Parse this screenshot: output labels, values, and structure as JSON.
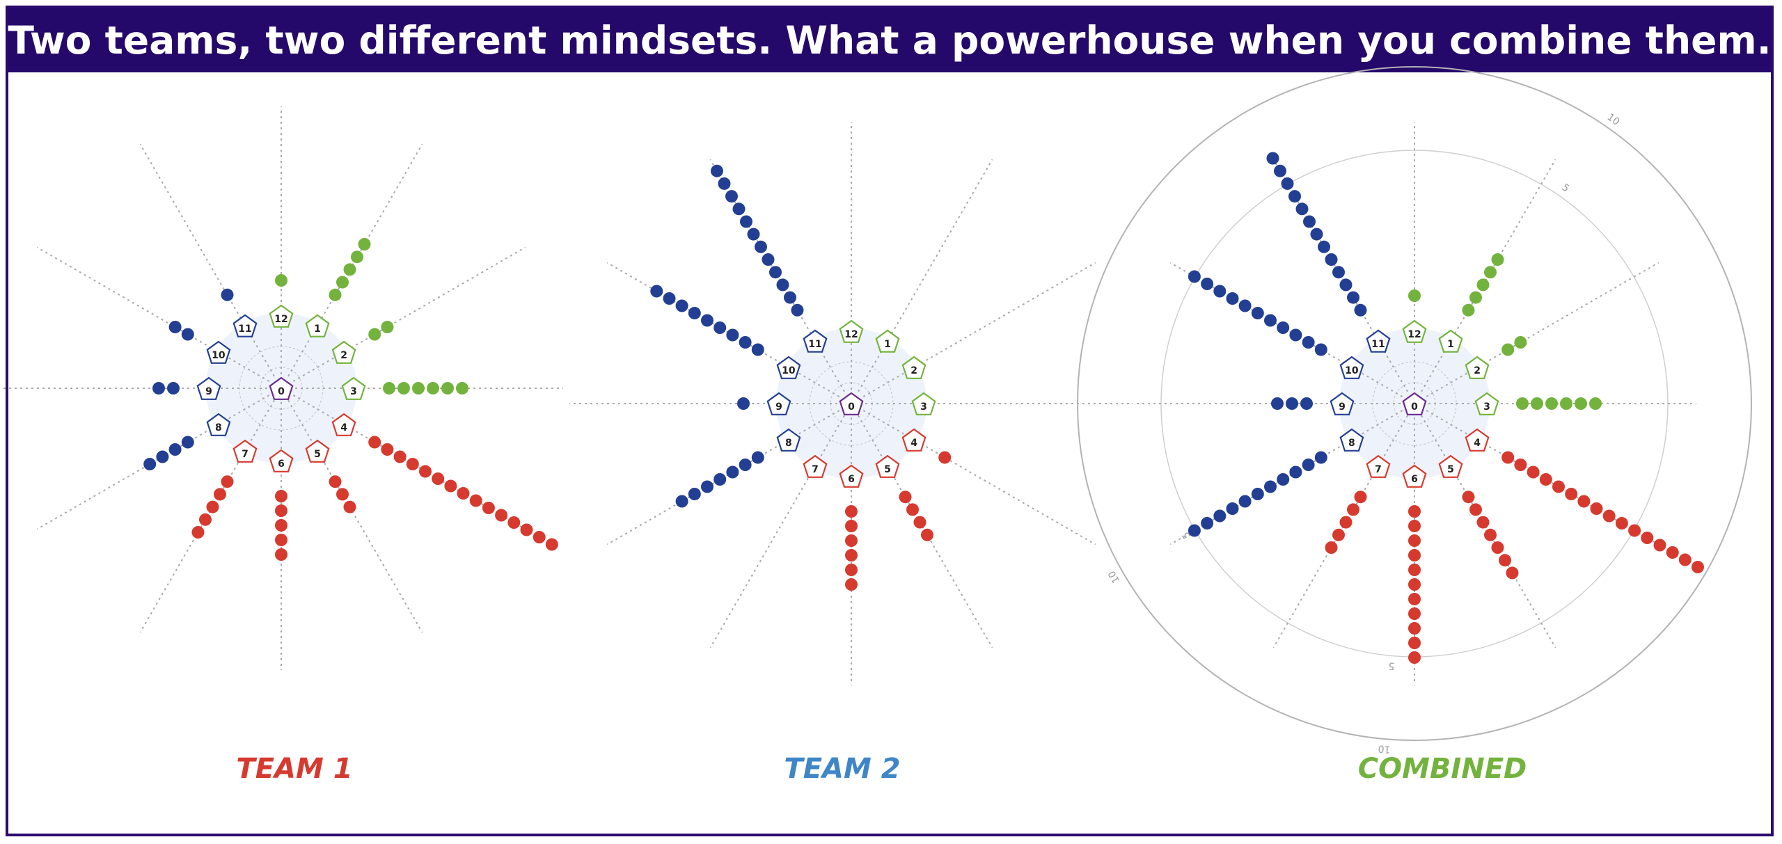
{
  "header": {
    "title": "Two teams, two different mindsets. What a powerhouse when you combine them."
  },
  "colors": {
    "banner": "#24086a",
    "frame": "#2a0a6e",
    "blue": "#233f93",
    "green": "#73b33d",
    "red": "#d63a2f",
    "purple": "#6a2a8a",
    "team1_label": "#d63a2f",
    "team2_label": "#3f86c7",
    "combined_label": "#73b33d"
  },
  "chart_data": [
    {
      "type": "radial-dot",
      "title": "TEAM 1",
      "spokes": [
        1,
        2,
        3,
        4,
        5,
        6,
        7,
        8,
        9,
        10,
        11,
        12
      ],
      "center_label": "0",
      "spoke_colors": {
        "1": "green",
        "2": "green",
        "3": "green",
        "4": "red",
        "5": "red",
        "6": "red",
        "7": "red",
        "8": "blue",
        "9": "blue",
        "10": "blue",
        "11": "blue",
        "12": "green"
      },
      "values": {
        "1": 5,
        "2": 2,
        "3": 6,
        "4": 15,
        "5": 3,
        "6": 5,
        "7": 5,
        "8": 4,
        "9": 2,
        "10": 2,
        "11": 1,
        "12": 1
      }
    },
    {
      "type": "radial-dot",
      "title": "TEAM 2",
      "spokes": [
        1,
        2,
        3,
        4,
        5,
        6,
        7,
        8,
        9,
        10,
        11,
        12
      ],
      "center_label": "0",
      "spoke_colors": {
        "1": "green",
        "2": "green",
        "3": "green",
        "4": "red",
        "5": "red",
        "6": "red",
        "7": "red",
        "8": "blue",
        "9": "blue",
        "10": "blue",
        "11": "blue",
        "12": "green"
      },
      "values": {
        "1": 0,
        "2": 0,
        "3": 0,
        "4": 1,
        "5": 4,
        "6": 6,
        "7": 0,
        "8": 7,
        "9": 1,
        "10": 9,
        "11": 12,
        "12": 0
      }
    },
    {
      "type": "radial-dot",
      "title": "COMBINED",
      "spokes": [
        1,
        2,
        3,
        4,
        5,
        6,
        7,
        8,
        9,
        10,
        11,
        12
      ],
      "center_label": "0",
      "rings": [
        5,
        10
      ],
      "ring_labels": [
        "5",
        "10"
      ],
      "spoke_colors": {
        "1": "green",
        "2": "green",
        "3": "green",
        "4": "red",
        "5": "red",
        "6": "red",
        "7": "red",
        "8": "blue",
        "9": "blue",
        "10": "blue",
        "11": "blue",
        "12": "green"
      },
      "values": {
        "1": 5,
        "2": 2,
        "3": 6,
        "4": 16,
        "5": 7,
        "6": 11,
        "7": 5,
        "8": 11,
        "9": 3,
        "10": 11,
        "11": 13,
        "12": 1
      }
    }
  ]
}
